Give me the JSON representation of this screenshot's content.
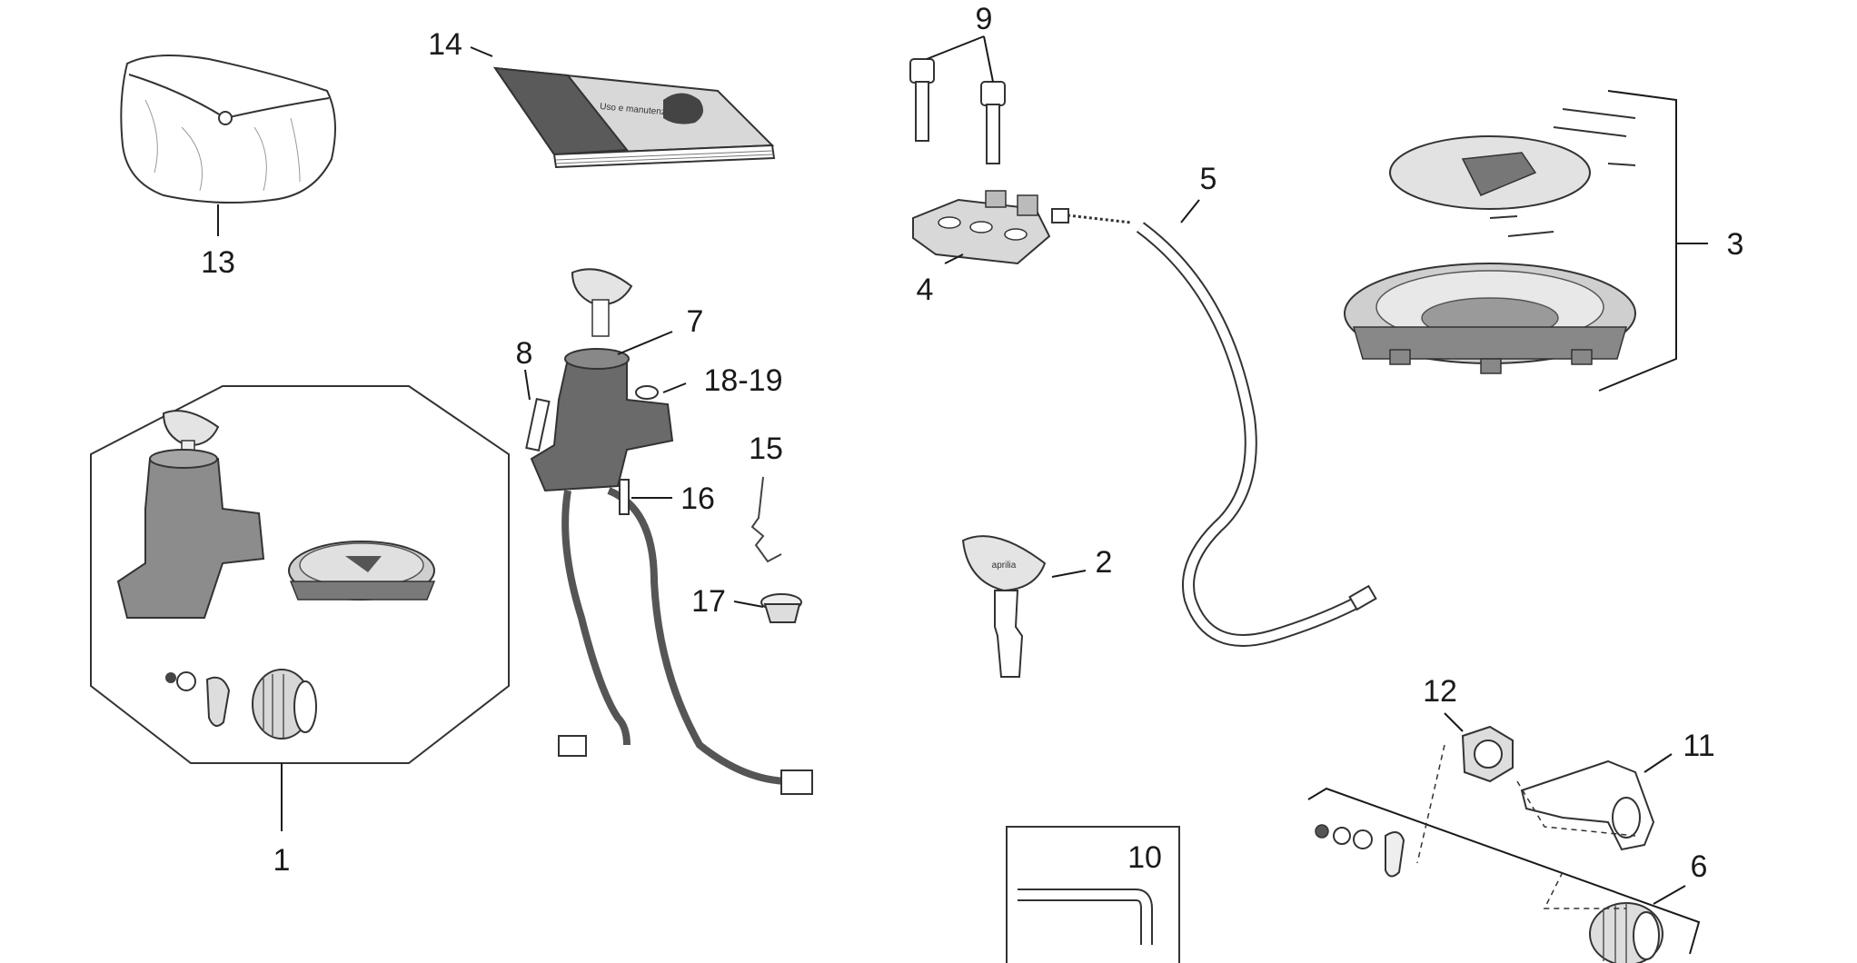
{
  "diagram": {
    "callouts": {
      "c1": "1",
      "c2": "2",
      "c3": "3",
      "c4": "4",
      "c5": "5",
      "c6": "6",
      "c7": "7",
      "c8": "8",
      "c9": "9",
      "c10": "10",
      "c11": "11",
      "c12": "12",
      "c13": "13",
      "c14": "14",
      "c15": "15",
      "c16": "16",
      "c17": "17",
      "c18": "18-19"
    },
    "key_brand": "aprilia",
    "manual_cover_text": "Uso e manutenzione"
  }
}
